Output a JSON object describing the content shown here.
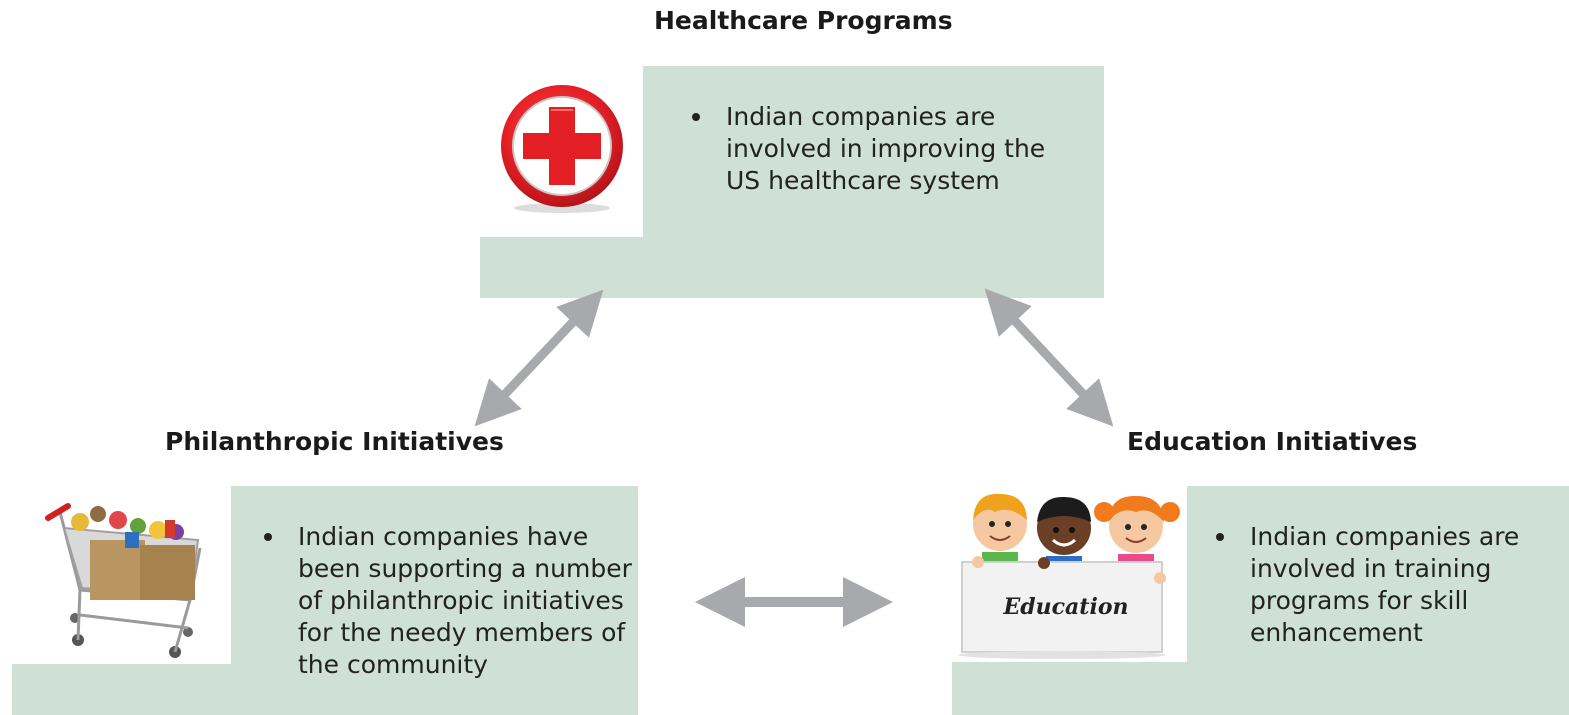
{
  "healthcare": {
    "title": "Healthcare Programs",
    "icon": "red-cross-icon",
    "bullet_lines": [
      "Indian companies are",
      "involved in improving the",
      "US healthcare system"
    ]
  },
  "philanthropic": {
    "title": "Philanthropic Initiatives",
    "icon": "shopping-cart-icon",
    "bullet_lines": [
      "Indian companies have",
      "been supporting a number",
      "of philanthropic initiatives",
      "for the needy members of",
      "the community"
    ]
  },
  "education": {
    "title": "Education Initiatives",
    "icon": "children-education-sign-icon",
    "sign_text": "Education",
    "bullet_lines": [
      "Indian companies are",
      "involved in training",
      "programs for skill",
      "enhancement"
    ]
  },
  "colors": {
    "panel": "#cfe0d6",
    "arrow": "#a7a9ac",
    "cross": "#e31e24"
  }
}
